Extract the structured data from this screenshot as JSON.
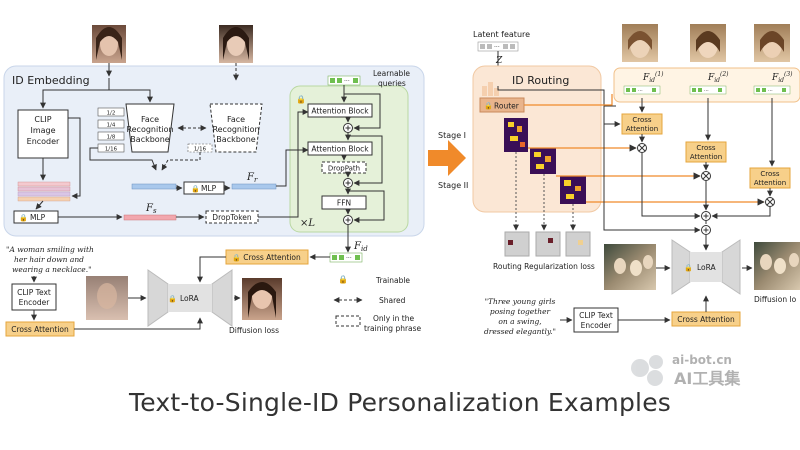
{
  "caption": "Text-to-Single-ID Personalization Examples",
  "left": {
    "id_embedding_title": "ID Embedding",
    "clip_image_encoder": [
      "CLIP",
      "Image",
      "Encoder"
    ],
    "face_backbone": [
      "Face",
      "Recognition",
      "Backbone"
    ],
    "face_backbone_shared": [
      "Face",
      "Recognition",
      "Backbone"
    ],
    "scales": [
      "1/2",
      "1/4",
      "1/8",
      "1/16"
    ],
    "scale_shared": "1/16",
    "learnable_queries": [
      "Learnable",
      "queries"
    ],
    "attention_block_1": "Attention Block",
    "attention_block_2": "Attention Block",
    "droppath": "DropPath",
    "ffn": "FFN",
    "times_l": "×L",
    "mlp_1": "MLP",
    "mlp_2": "MLP",
    "fr": "F",
    "fr_sub": "r",
    "fs": "F",
    "fs_sub": "s",
    "droptoken": "DropToken",
    "fid": "F",
    "fid_sub": "id",
    "cross_attention_top": "Cross Attention",
    "prompt": [
      "\"A woman smiling with",
      "her hair down and",
      "wearing a necklace.\""
    ],
    "clip_text_encoder": [
      "CLIP Text",
      "Encoder"
    ],
    "cross_attention_bottom": "Cross Attention",
    "lora": "LoRA",
    "diffusion_loss": "Diffusion loss",
    "legend": {
      "trainable": "Trainable",
      "shared": "Shared",
      "training_only": [
        "Only in the",
        "training phrase"
      ]
    }
  },
  "stages": {
    "stage1": "Stage I",
    "stage2": "Stage II"
  },
  "right": {
    "latent_feature": "Latent feature",
    "z": "Z",
    "id_routing_title": "ID Routing",
    "router": "Router",
    "fid_labels": [
      {
        "base": "F",
        "sub": "id",
        "sup": "(1)"
      },
      {
        "base": "F",
        "sub": "id",
        "sup": "(2)"
      },
      {
        "base": "F",
        "sub": "id",
        "sup": "(3)"
      }
    ],
    "cross_attention": [
      "Cross",
      "Attention"
    ],
    "routing_loss": "Routing Regularization loss",
    "lora": "LoRA",
    "diffusion_loss": "Diffusion lo",
    "prompt": [
      "\"Three young girls",
      "posing together",
      "on a swing,",
      "dressed elegantly.\""
    ],
    "clip_text_encoder": [
      "CLIP Text",
      "Encoder"
    ],
    "cross_attention_bottom": "Cross Attention"
  },
  "watermark": {
    "line1": "ai-bot.cn",
    "line2": "AI工具集"
  },
  "colors": {
    "panel_blue": "#e9eff8",
    "panel_green": "#e5f1d9",
    "panel_orange": "#fbe7d5",
    "accent_orange": "#f3b35c",
    "arrow_orange": "#f08a2a"
  }
}
